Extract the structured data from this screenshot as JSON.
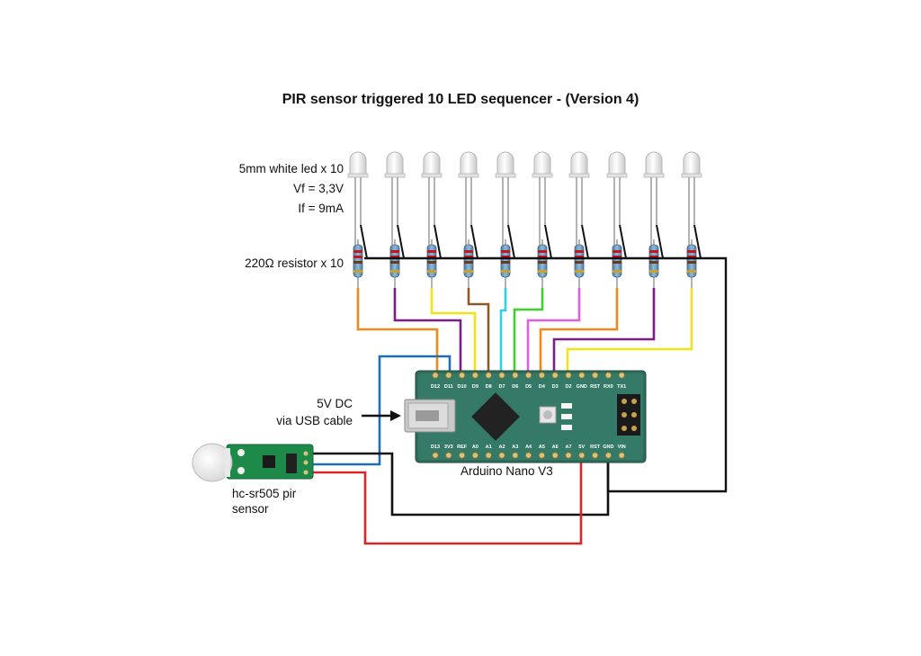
{
  "title": "PIR sensor triggered 10 LED sequencer - (Version 4)",
  "led_notes": {
    "line1": "5mm white led x 10",
    "line2": "Vf = 3,3V",
    "line3": "If = 9mA"
  },
  "resistor_note": "220Ω resistor x 10",
  "power_note": {
    "line1": "5V DC",
    "line2": "via USB cable"
  },
  "board_label": "Arduino Nano V3",
  "sensor_label": {
    "line1": "hc-sr505 pir",
    "line2": "sensor"
  },
  "board_top_pins": [
    "D12",
    "D11",
    "D10",
    "D9",
    "D8",
    "D7",
    "D6",
    "D5",
    "D4",
    "D3",
    "D2",
    "GND",
    "RST",
    "RX0",
    "TX1"
  ],
  "board_bottom_pins": [
    "D13",
    "3V3",
    "REF",
    "A0",
    "A1",
    "A2",
    "A3",
    "A4",
    "A5",
    "A6",
    "A7",
    "5V",
    "RST",
    "GND",
    "VIN"
  ],
  "wire_colors": {
    "orange": "#f08a1c",
    "purple": "#7b1f86",
    "yellow": "#f2e21a",
    "brown": "#8a5a2b",
    "cyan": "#2fd0e6",
    "green": "#3fcf2e",
    "magenta": "#e05ee0",
    "blue": "#1f6fb8",
    "red": "#d8272c",
    "black": "#111111"
  },
  "board_color": "#2f6b5a",
  "sensor_color": "#1d8a4a"
}
